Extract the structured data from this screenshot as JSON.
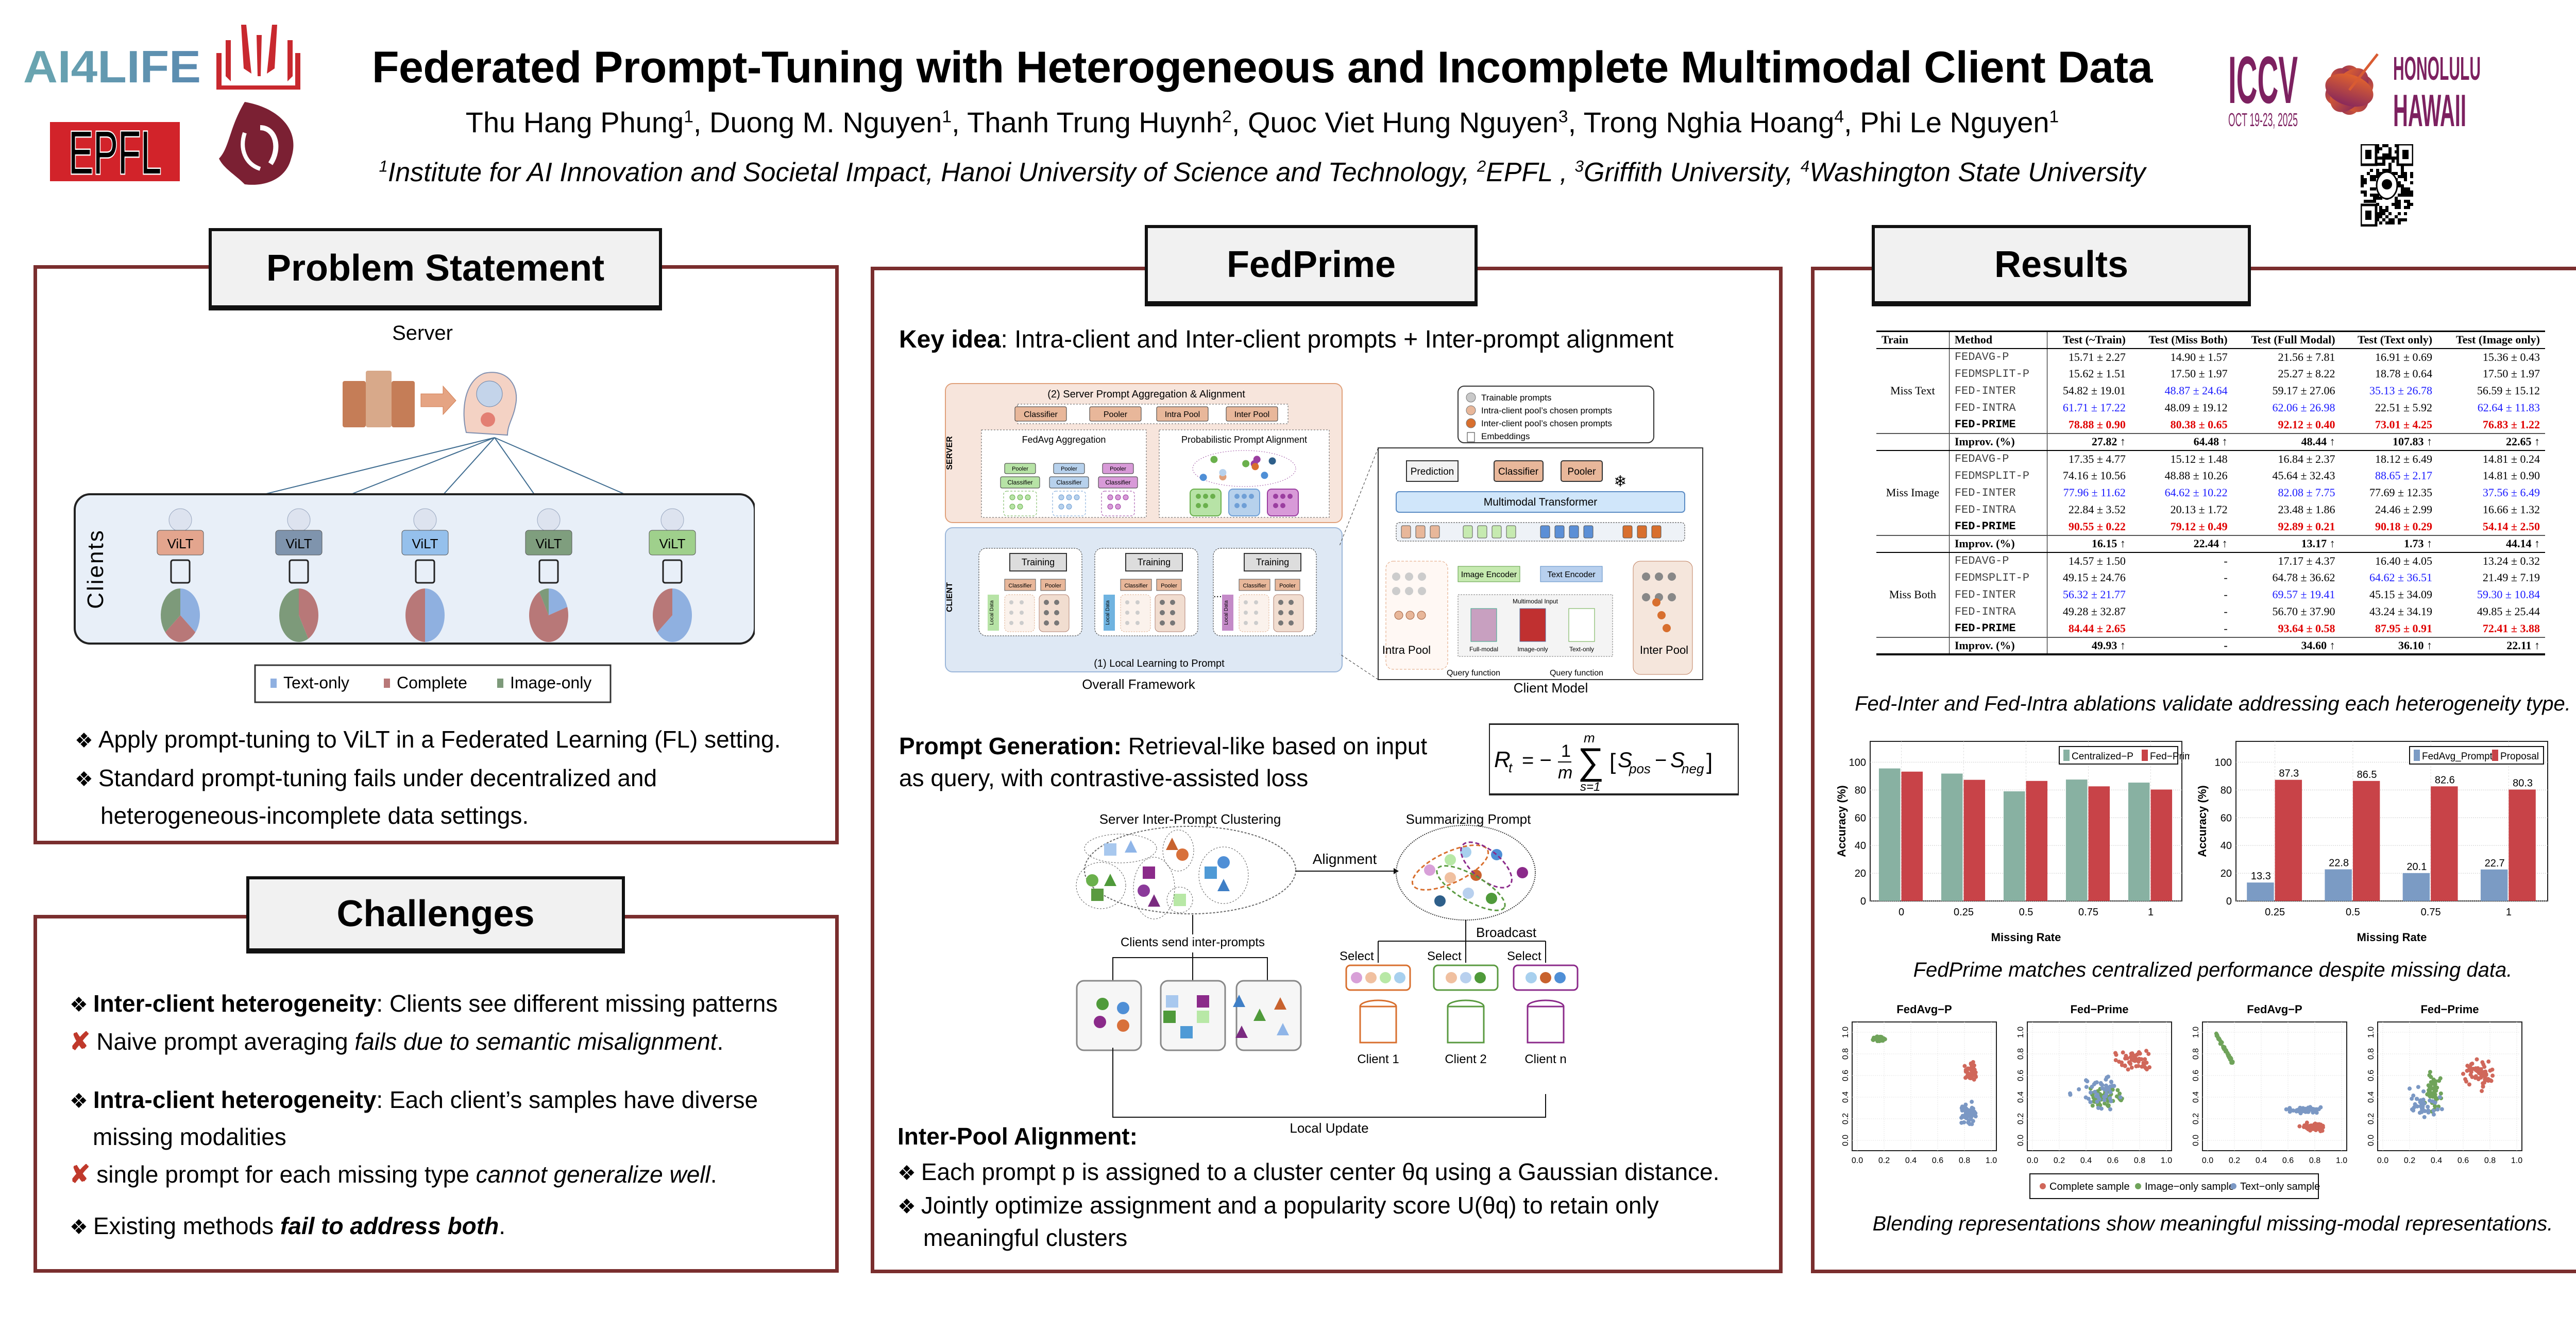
{
  "header": {
    "logos": [
      "AI4LIFE",
      "HUST",
      "EPFL",
      "WSU"
    ],
    "title": "Federated Prompt-Tuning with Heterogeneous and Incomplete Multimodal Client Data",
    "authors": [
      {
        "name": "Thu Hang Phung",
        "aff": "1"
      },
      {
        "name": "Duong M. Nguyen",
        "aff": "1"
      },
      {
        "name": "Thanh Trung Huynh",
        "aff": "2"
      },
      {
        "name": "Quoc Viet Hung Nguyen",
        "aff": "3"
      },
      {
        "name": "Trong Nghia Hoang",
        "aff": "4"
      },
      {
        "name": "Phi Le Nguyen",
        "aff": "1"
      }
    ],
    "affiliations": [
      {
        "num": "1",
        "text": "Institute for AI Innovation and Societal Impact, Hanoi University of Science and Technology, "
      },
      {
        "num": "2",
        "text": "EPFL , "
      },
      {
        "num": "3",
        "text": "Griffith University, "
      },
      {
        "num": "4",
        "text": "Washington State University"
      }
    ],
    "conference": {
      "name": "ICCV",
      "dates": "OCT 19-23, 2025",
      "city": "HONOLULU",
      "state": "HAWAII"
    },
    "colors": {
      "panel_border": "#7a2e2e",
      "iccv": "#7d2160",
      "flower": "#d95b32"
    }
  },
  "problem": {
    "heading": "Problem Statement",
    "server_label": "Server",
    "clients_label": "Clients",
    "vilt_label": "ViLT",
    "legend": [
      "Text-only",
      "Complete",
      "Image-only"
    ],
    "bullets": [
      "Apply prompt-tuning to ViLT in a Federated Learning (FL) setting.",
      "Standard prompt-tuning fails under decentralized and",
      "heterogeneous-incomplete data settings."
    ]
  },
  "challenges": {
    "heading": "Challenges",
    "items": [
      {
        "bold": "Inter-client heterogeneity",
        "rest": ": Clients see different missing patterns"
      },
      {
        "plain": "Naive prompt averaging ",
        "italic": "fails due to semantic misalignment",
        "end": "."
      },
      {
        "bold": "Intra-client heterogeneity",
        "rest": ": Each client’s samples have diverse"
      },
      {
        "cont": "missing modalities"
      },
      {
        "plain": "single prompt for each missing type ",
        "italic": "cannot generalize well",
        "end": "."
      },
      {
        "plain": "Existing methods ",
        "bolditalic": "fail to address both",
        "end": "."
      }
    ]
  },
  "fedprime": {
    "heading": "FedPrime",
    "key_idea_bold": "Key idea",
    "key_idea_text": ": Intra-client and Inter-client prompts + Inter-prompt alignment",
    "framework": {
      "server_title": "(2) Server Prompt Aggregation & Alignment",
      "server_modules": [
        "Classifier",
        "Pooler",
        "Intra Pool",
        "Inter Pool"
      ],
      "fedavg": "FedAvg Aggregation",
      "prob_align": "Probabilistic Prompt Alignment",
      "server_side": "SERVER",
      "client_side": "CLIENT",
      "training": "Training",
      "classifier": "Classifier",
      "pooler": "Pooler",
      "local_data": "Local Data",
      "local_title": "(1) Local Learning to Prompt",
      "caption_left": "Overall Framework",
      "caption_right": "Client Model",
      "legend": [
        "Trainable prompts",
        "Intra-client pool’s chosen prompts",
        "Inter-client pool’s chosen prompts",
        "Embeddings"
      ],
      "prediction": "Prediction",
      "transformer": "Multimodal Transformer",
      "image_encoder": "Image Encoder",
      "text_encoder": "Text Encoder",
      "multimodal_input": "Multimodal Input",
      "inputs": [
        "Full-modal",
        "Image-only",
        "Text-only"
      ],
      "query": "Query function",
      "intra_pool": "Intra Pool",
      "inter_pool": "Inter Pool",
      "ellipsis": "..."
    },
    "prompt_gen_bold": "Prompt Generation:",
    "prompt_gen_text1": " Retrieval-like based on input",
    "prompt_gen_text2": "as query, with contrastive-assisted loss",
    "formula": "R_t = −(1/m) Σ_{s=1}^{m} [S_pos − S_neg]",
    "cluster": {
      "left_title": "Server Inter-Prompt Clustering",
      "right_title": "Summarizing Prompt",
      "alignment": "Alignment",
      "broadcast": "Broadcast",
      "send": "Clients send inter-prompts",
      "select": "Select",
      "clients": [
        "Client 1",
        "Client 2",
        "Client n"
      ],
      "local_update": "Local Update"
    },
    "interpool_heading": "Inter-Pool Alignment",
    "interpool_bullets": [
      "Each prompt p is assigned to a cluster center θq using a Gaussian distance.",
      "Jointly optimize assignment and a popularity score U(θq) to retain only",
      "meaningful clusters"
    ]
  },
  "results": {
    "heading": "Results",
    "table": {
      "columns": [
        "Train",
        "Method",
        "Test (~Train)",
        "Test (Miss Both)",
        "Test (Full Modal)",
        "Test (Text only)",
        "Test (Image only)"
      ],
      "groups": [
        {
          "train": "Miss Text",
          "rows": [
            {
              "method": "FEDAVG-P",
              "cells": [
                "15.71 ± 2.27",
                "14.90 ± 1.57",
                "21.56 ± 7.81",
                "16.91 ± 0.69",
                "15.36 ± 0.43"
              ],
              "hl": [
                "",
                "",
                "",
                "",
                ""
              ]
            },
            {
              "method": "FEDMSPLIT-P",
              "cells": [
                "15.62 ± 1.51",
                "17.50 ± 1.97",
                "25.27 ± 8.22",
                "18.78 ± 0.64",
                "17.50 ± 1.97"
              ],
              "hl": [
                "",
                "",
                "",
                "",
                ""
              ]
            },
            {
              "method": "FED-INTER",
              "cells": [
                "54.82 ± 19.01",
                "48.87 ± 24.64",
                "59.17 ± 27.06",
                "35.13 ± 26.78",
                "56.59 ± 15.12"
              ],
              "hl": [
                "",
                "blue",
                "",
                "blue",
                ""
              ]
            },
            {
              "method": "FED-INTRA",
              "cells": [
                "61.71 ± 17.22",
                "48.09 ± 19.12",
                "62.06 ± 26.98",
                "22.51 ± 5.92",
                "62.64 ± 11.83"
              ],
              "hl": [
                "blue",
                "",
                "blue",
                "",
                "blue"
              ]
            },
            {
              "method": "FED-PRIME",
              "cells": [
                "78.88 ± 0.90",
                "80.38 ± 0.65",
                "92.12 ± 0.40",
                "73.01 ± 4.25",
                "76.83 ± 1.22"
              ],
              "hl": [
                "red",
                "red",
                "red",
                "red",
                "red"
              ]
            }
          ],
          "improv": [
            "27.82 ↑",
            "64.48 ↑",
            "48.44 ↑",
            "107.83 ↑",
            "22.65 ↑"
          ]
        },
        {
          "train": "Miss Image",
          "rows": [
            {
              "method": "FEDAVG-P",
              "cells": [
                "17.35 ± 4.77",
                "15.12 ± 1.48",
                "16.84 ± 2.37",
                "18.12 ± 6.49",
                "14.81 ± 0.24"
              ],
              "hl": [
                "",
                "",
                "",
                "",
                ""
              ]
            },
            {
              "method": "FEDMSPLIT-P",
              "cells": [
                "74.16 ± 10.56",
                "48.88 ± 10.26",
                "45.64 ± 32.43",
                "88.65 ± 2.17",
                "14.81 ± 0.90"
              ],
              "hl": [
                "",
                "",
                "",
                "blue",
                ""
              ]
            },
            {
              "method": "FED-INTER",
              "cells": [
                "77.96 ± 11.62",
                "64.62 ± 10.22",
                "82.08 ± 7.75",
                "77.69 ± 12.35",
                "37.56 ± 6.49"
              ],
              "hl": [
                "blue",
                "blue",
                "blue",
                "",
                "blue"
              ]
            },
            {
              "method": "FED-INTRA",
              "cells": [
                "22.84 ± 3.52",
                "20.13 ± 1.72",
                "23.48 ± 1.86",
                "24.46 ± 2.99",
                "16.66 ± 1.32"
              ],
              "hl": [
                "",
                "",
                "",
                "",
                ""
              ]
            },
            {
              "method": "FED-PRIME",
              "cells": [
                "90.55 ± 0.22",
                "79.12 ± 0.49",
                "92.89 ± 0.21",
                "90.18 ± 0.29",
                "54.14 ± 2.50"
              ],
              "hl": [
                "red",
                "red",
                "red",
                "red",
                "red"
              ]
            }
          ],
          "improv": [
            "16.15 ↑",
            "22.44 ↑",
            "13.17 ↑",
            "1.73 ↑",
            "44.14 ↑"
          ]
        },
        {
          "train": "Miss Both",
          "rows": [
            {
              "method": "FEDAVG-P",
              "cells": [
                "14.57 ± 1.50",
                "-",
                "17.17 ± 4.37",
                "16.40 ± 4.05",
                "13.24 ± 0.32"
              ],
              "hl": [
                "",
                "",
                "",
                "",
                ""
              ]
            },
            {
              "method": "FEDMSPLIT-P",
              "cells": [
                "49.15 ± 24.76",
                "-",
                "64.78 ± 36.62",
                "64.62 ± 36.51",
                "21.49 ± 7.19"
              ],
              "hl": [
                "",
                "",
                "",
                "blue",
                ""
              ]
            },
            {
              "method": "FED-INTER",
              "cells": [
                "56.32 ± 21.77",
                "-",
                "69.57 ± 19.41",
                "45.15 ± 34.09",
                "59.30 ± 10.84"
              ],
              "hl": [
                "blue",
                "",
                "blue",
                "",
                "blue"
              ]
            },
            {
              "method": "FED-INTRA",
              "cells": [
                "49.28 ± 32.87",
                "-",
                "56.70 ± 37.90",
                "43.24 ± 34.19",
                "49.85 ± 25.44"
              ],
              "hl": [
                "",
                "",
                "",
                "",
                ""
              ]
            },
            {
              "method": "FED-PRIME",
              "cells": [
                "84.44 ± 2.65",
                "-",
                "93.64 ± 0.58",
                "87.95 ± 0.91",
                "72.41 ± 3.88"
              ],
              "hl": [
                "red",
                "",
                "red",
                "red",
                "red"
              ]
            }
          ],
          "improv": [
            "49.93 ↑",
            "-",
            "34.60 ↑",
            "36.10 ↑",
            "22.11 ↑"
          ]
        }
      ],
      "improv_label": "Improv. (%)"
    },
    "caption1": "Fed-Inter and Fed-Intra ablations validate addressing each heterogeneity type.",
    "caption2": "FedPrime matches centralized performance despite missing data.",
    "caption3": "Blending representations show meaningful missing-modal representations.",
    "scatter_titles": [
      "FedAvg−P",
      "Fed−Prime",
      "FedAvg−P",
      "Fed−Prime"
    ],
    "scatter_legend": [
      "Complete sample",
      "Image−only sample",
      "Text−only sample"
    ],
    "scatter_colors": [
      "#d0675a",
      "#6fa35a",
      "#7b98c4"
    ]
  },
  "chart_data": [
    {
      "type": "bar",
      "title": "",
      "xlabel": "Missing Rate",
      "ylabel": "Accuracy (%)",
      "categories": [
        "0",
        "0.25",
        "0.5",
        "0.75",
        "1"
      ],
      "series": [
        {
          "name": "Centralized−P",
          "color": "#88b1a2",
          "values": [
            95.5,
            91.8,
            79.0,
            87.5,
            85.3
          ]
        },
        {
          "name": "Fed−Prime",
          "color": "#c84348",
          "values": [
            93.2,
            87.3,
            86.5,
            82.6,
            80.3
          ]
        }
      ],
      "ylim": [
        0,
        115
      ],
      "yticks": [
        0,
        20,
        40,
        60,
        80,
        100
      ],
      "grid": true,
      "legend": "top-right"
    },
    {
      "type": "bar",
      "title": "",
      "xlabel": "Missing Rate",
      "ylabel": "Accuracy (%)",
      "categories": [
        "0.25",
        "0.5",
        "0.75",
        "1"
      ],
      "series": [
        {
          "name": "FedAvg_Prompt",
          "color": "#7b9bc4",
          "values": [
            13.3,
            22.8,
            20.1,
            22.7
          ]
        },
        {
          "name": "Proposal",
          "color": "#c84348",
          "values": [
            87.3,
            86.5,
            82.6,
            80.3
          ]
        }
      ],
      "data_labels": true,
      "ylim": [
        0,
        115
      ],
      "yticks": [
        0,
        20,
        40,
        60,
        80,
        100
      ],
      "grid": true,
      "legend": "top-right"
    },
    {
      "type": "scatter",
      "title": "FedAvg−P",
      "xlim": [
        0,
        1
      ],
      "ylim": [
        0,
        1
      ],
      "ticks": [
        "0.0",
        "0.2",
        "0.4",
        "0.6",
        "0.8",
        "1.0"
      ],
      "clusters": [
        {
          "name": "Image−only sample",
          "center": [
            0.17,
            0.94
          ],
          "spread": [
            0.08,
            0.03
          ],
          "n": 40
        },
        {
          "name": "Complete sample",
          "center": [
            0.85,
            0.63
          ],
          "spread": [
            0.06,
            0.12
          ],
          "n": 40
        },
        {
          "name": "Text−only sample",
          "center": [
            0.83,
            0.25
          ],
          "spread": [
            0.07,
            0.14
          ],
          "n": 60
        }
      ]
    },
    {
      "type": "scatter",
      "title": "Fed−Prime",
      "xlim": [
        0,
        1
      ],
      "ylim": [
        0,
        1
      ],
      "ticks": [
        "0.0",
        "0.2",
        "0.4",
        "0.6",
        "0.8",
        "1.0"
      ],
      "clusters": [
        {
          "name": "Complete sample",
          "center": [
            0.75,
            0.75
          ],
          "spread": [
            0.18,
            0.15
          ],
          "n": 50
        },
        {
          "name": "Image−only sample",
          "center": [
            0.55,
            0.4
          ],
          "spread": [
            0.18,
            0.14
          ],
          "n": 60
        },
        {
          "name": "Text−only sample",
          "center": [
            0.5,
            0.45
          ],
          "spread": [
            0.25,
            0.25
          ],
          "n": 50
        }
      ]
    },
    {
      "type": "scatter",
      "title": "FedAvg−P",
      "xlim": [
        0,
        1
      ],
      "ylim": [
        0,
        1
      ],
      "ticks": [
        "0.0",
        "0.2",
        "0.4",
        "0.6",
        "0.8",
        "1.0"
      ],
      "clusters": [
        {
          "name": "Image−only sample",
          "center": [
            0.13,
            0.84
          ],
          "spread": [
            0.07,
            0.08
          ],
          "n": 50,
          "linear": true
        },
        {
          "name": "Text−only sample",
          "center": [
            0.72,
            0.28
          ],
          "spread": [
            0.14,
            0.04
          ],
          "n": 60
        },
        {
          "name": "Complete sample",
          "center": [
            0.8,
            0.12
          ],
          "spread": [
            0.12,
            0.05
          ],
          "n": 60
        }
      ]
    },
    {
      "type": "scatter",
      "title": "Fed−Prime",
      "xlim": [
        0,
        1
      ],
      "ylim": [
        0,
        1
      ],
      "ticks": [
        "0.0",
        "0.2",
        "0.4",
        "0.6",
        "0.8",
        "1.0"
      ],
      "clusters": [
        {
          "name": "Complete sample",
          "center": [
            0.72,
            0.62
          ],
          "spread": [
            0.15,
            0.18
          ],
          "n": 60
        },
        {
          "name": "Image−only sample",
          "center": [
            0.38,
            0.45
          ],
          "spread": [
            0.1,
            0.25
          ],
          "n": 50
        },
        {
          "name": "Text−only sample",
          "center": [
            0.3,
            0.35
          ],
          "spread": [
            0.2,
            0.2
          ],
          "n": 40
        }
      ]
    }
  ]
}
